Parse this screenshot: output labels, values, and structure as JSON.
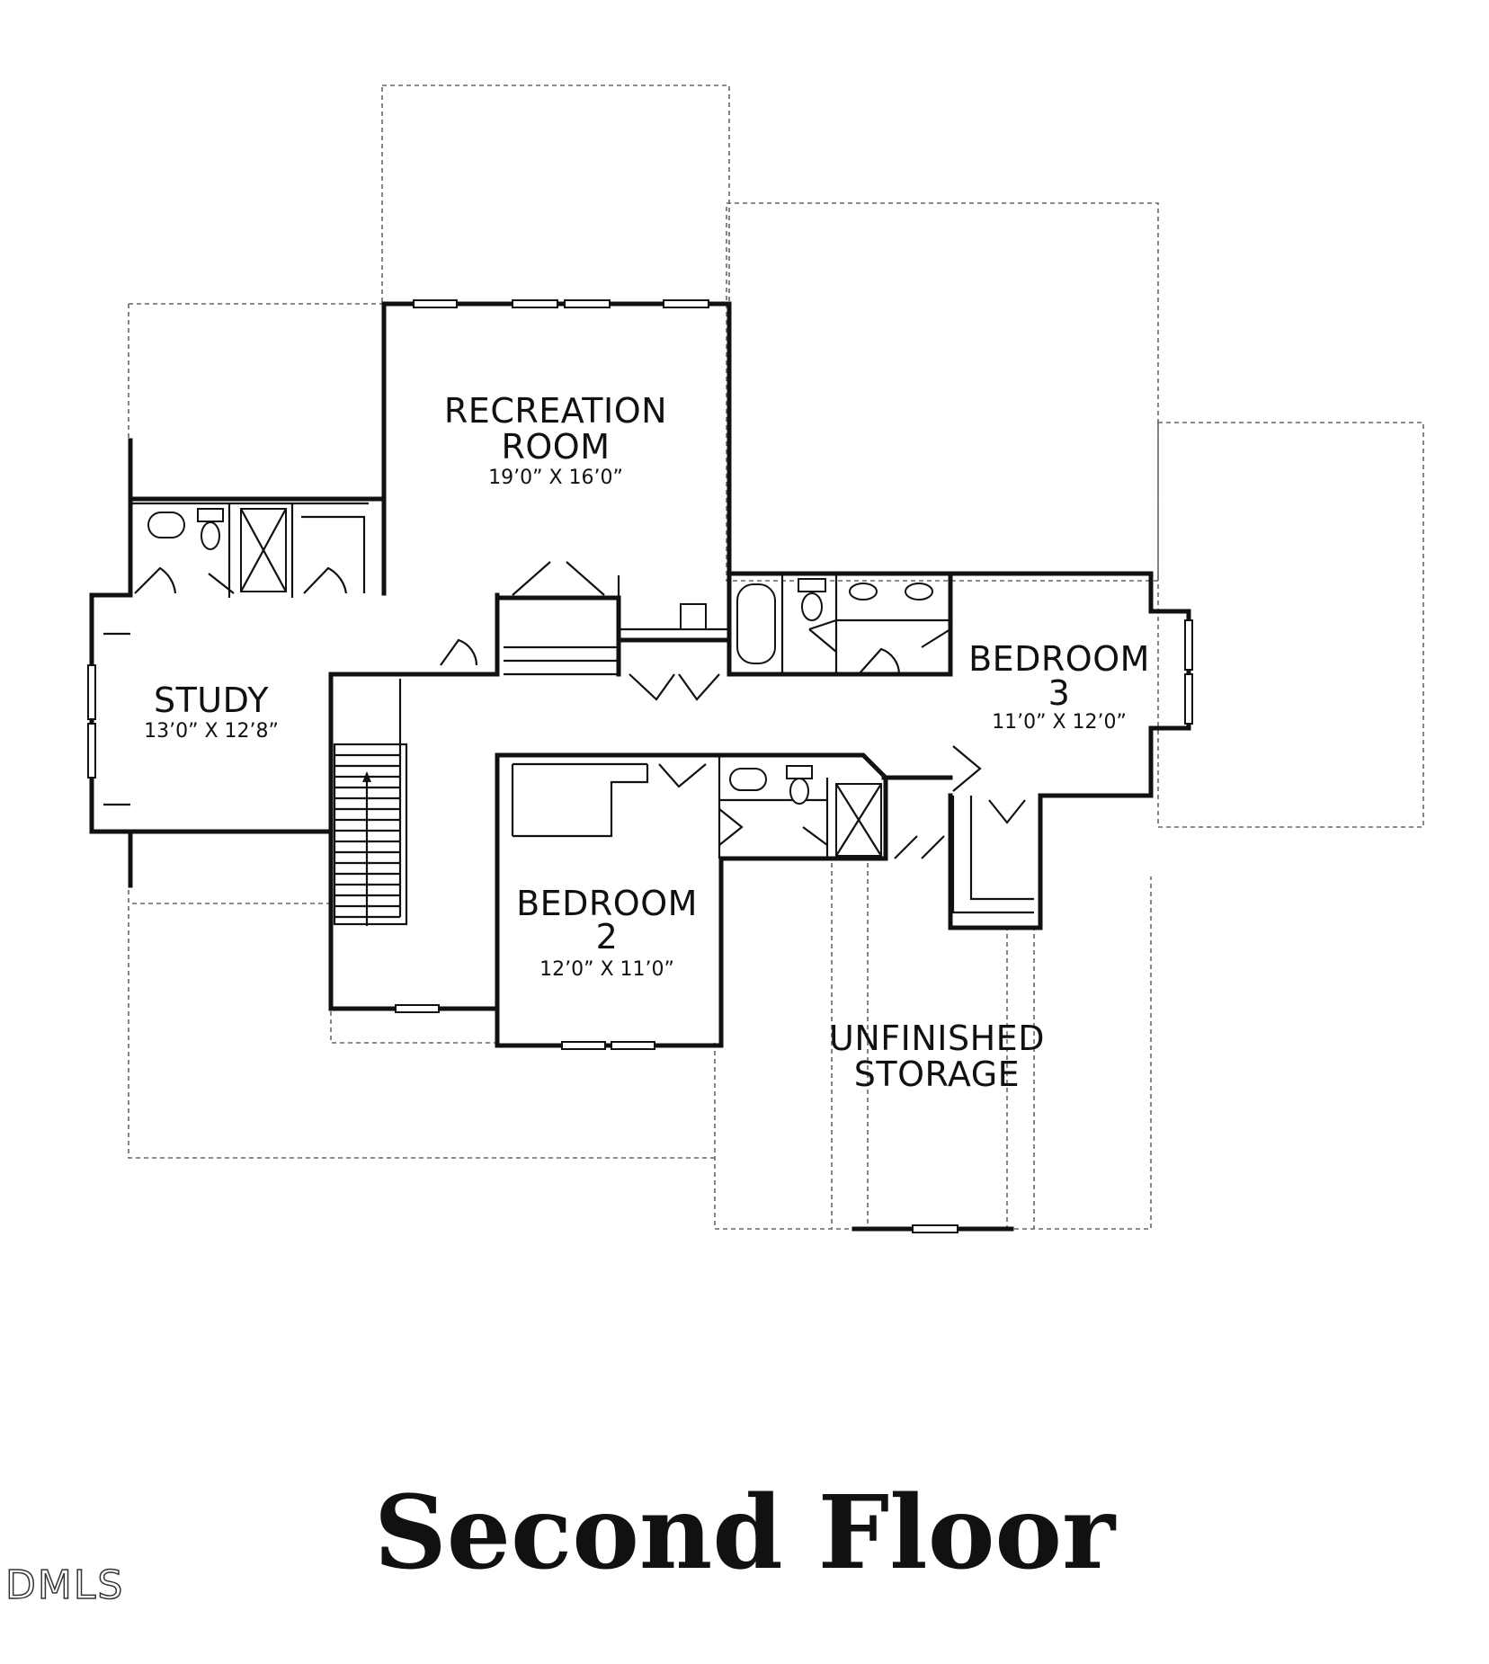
{
  "rooms": {
    "recreation": {
      "name_line1": "RECREATION",
      "name_line2": "ROOM",
      "dims": "19’0” X 16’0”"
    },
    "study": {
      "name": "STUDY",
      "dims": "13’0” X 12’8”"
    },
    "bedroom3": {
      "name_line1": "BEDROOM",
      "name_line2": "3",
      "dims": "11’0” X 12’0”"
    },
    "bedroom2": {
      "name_line1": "BEDROOM",
      "name_line2": "2",
      "dims": "12’0” X 11’0”"
    },
    "storage": {
      "name_line1": "UNFINISHED",
      "name_line2": "STORAGE"
    }
  },
  "floor_title": "Second Floor",
  "watermark": "DMLS",
  "colors": {
    "wall": "#111111",
    "dashed_outline": "#666666",
    "background": "#ffffff"
  }
}
